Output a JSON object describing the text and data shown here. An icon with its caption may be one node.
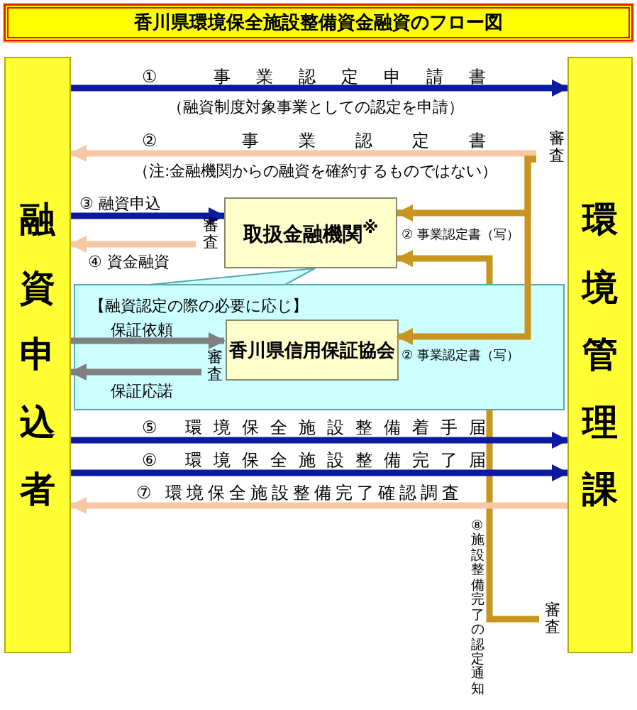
{
  "diagram": {
    "title": "香川県環境保全施設整備資金融資のフロー図",
    "nodes": [
      {
        "text": [
          "融資申込者"
        ]
      },
      {
        "text": [
          "環境管理課"
        ],
        "beside": [
          "審査",
          "審査"
        ]
      },
      {
        "text": [
          "取扱金融機関$^{※}$"
        ],
        "beside": [
          "審査"
        ]
      },
      {
        "text": [
          "【融資認定の際の必要に応じ】"
        ]
      },
      {
        "text": [
          "香川県信用保証協会"
        ],
        "in": 3,
        "beside": [
          "審査"
        ]
      }
    ],
    "edges": [
      {
        "from": 0,
        "to": 1,
        "arrow": "to",
        "label": "① 事業認定申請書"
      },
      {
        "from": 1,
        "to": 0,
        "arrow": "to",
        "label": "② 事業認定書",
        "color": "#f7c8a4"
      },
      {
        "from": 0,
        "to": 2,
        "arrow": "to",
        "label": "③ 融資申込"
      },
      {
        "from": 2,
        "to": 0,
        "arrow": "to",
        "label": "④ 資金融資",
        "color": "#f7c8a4"
      },
      {
        "from": 1,
        "to": 2,
        "arrow": "to",
        "label": "② 事業認定書（写）",
        "color": "#c8961e"
      },
      {
        "from": 1,
        "to": 4,
        "arrow": "to",
        "label": "② 事業認定書（写）",
        "color": "#c8961e"
      },
      {
        "from": 1,
        "to": 2,
        "arrow": "to",
        "label": "⑧施設整備完了の認定通知",
        "color": "#c8961e"
      },
      {
        "from": 0,
        "to": 4,
        "arrow": "to",
        "label": "保証依頼",
        "color": "#808080"
      },
      {
        "from": 4,
        "to": 0,
        "arrow": "to",
        "label": "保証応諾",
        "color": "#808080"
      },
      {
        "from": 0,
        "to": 1,
        "arrow": "to",
        "label": "⑤ 環境保全施設整備着手届"
      },
      {
        "from": 0,
        "to": 1,
        "arrow": "to",
        "label": "⑥ 環境保全施設整備完了届"
      },
      {
        "from": 1,
        "to": 0,
        "arrow": "to",
        "label": "⑦ 環境保全施設整備完了確認調査",
        "color": "#f7c8a4"
      }
    ],
    "labels": [
      "（融資制度対象事業としての認定を申請）",
      "（注:金融機関からの融資を確約するものではない）"
    ]
  }
}
